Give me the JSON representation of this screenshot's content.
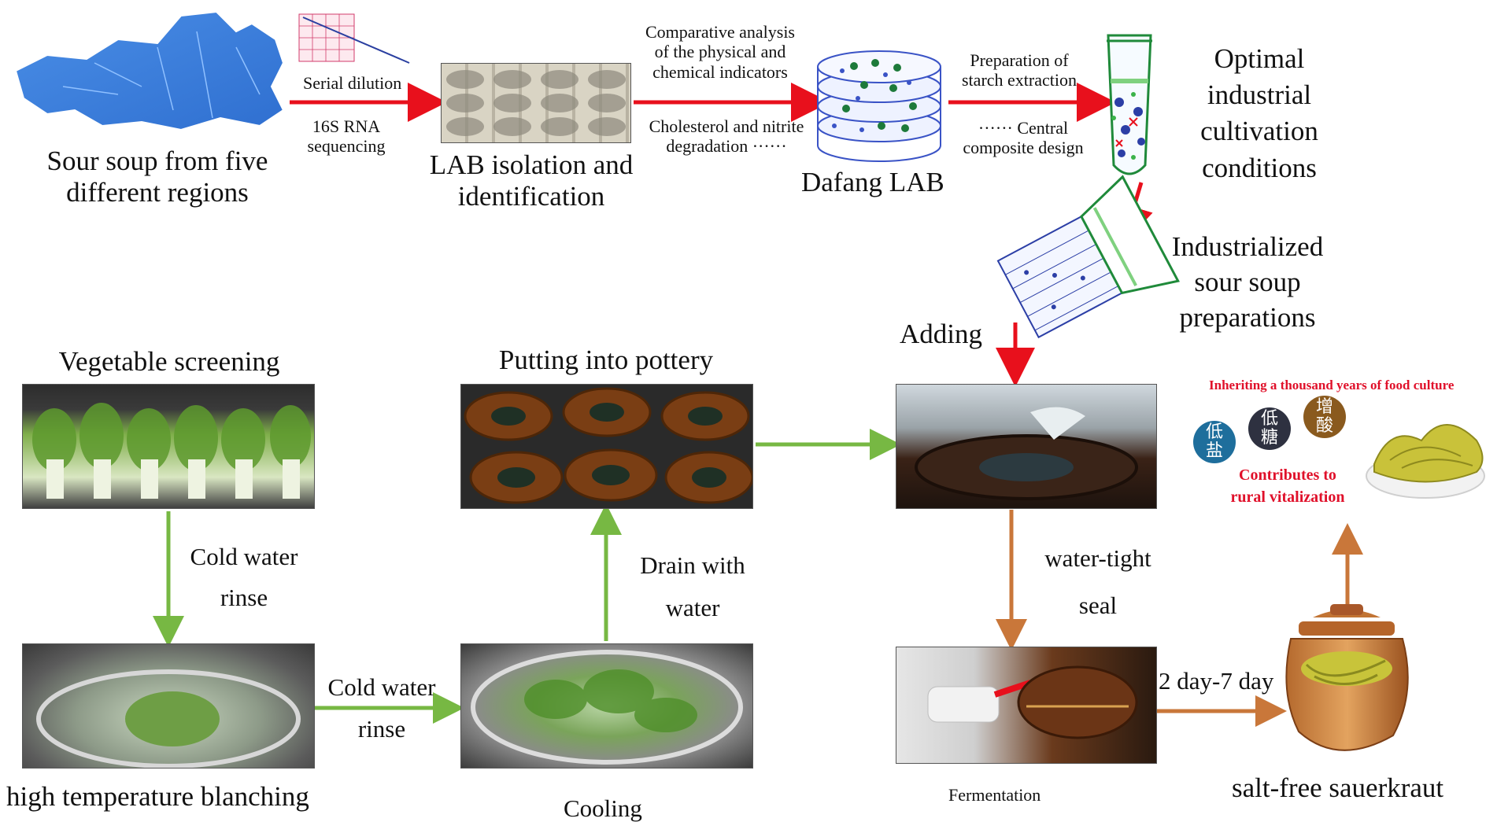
{
  "nodes": {
    "sour_soup": [
      "Sour soup from five",
      "different regions"
    ],
    "lab_isolation": [
      "LAB isolation and",
      "identification"
    ],
    "dafang_lab": "Dafang LAB",
    "optimal_conditions": [
      "Optimal",
      "industrial",
      "cultivation",
      "conditions"
    ],
    "industrialized": [
      "Industrialized",
      "sour soup",
      "preparations"
    ],
    "vegetable_screening": "Vegetable screening",
    "putting_into_pottery": "Putting into pottery",
    "high_temp_blanching": "high temperature blanching",
    "cooling": "Cooling",
    "fermentation": "Fermentation",
    "salt_free": "salt-free sauerkraut"
  },
  "edges": {
    "serial_dilution": "Serial dilution",
    "rna_seq": [
      "16S RNA",
      "sequencing"
    ],
    "comparative": [
      "Comparative analysis",
      "of the physical and",
      "chemical indicators"
    ],
    "cholesterol": [
      "Cholesterol and nitrite",
      "degradation ······"
    ],
    "starch": [
      "Preparation of",
      "starch extraction"
    ],
    "central": [
      "······ Central",
      "composite design"
    ],
    "adding": "Adding",
    "cold_rinse_1": [
      "Cold water",
      "rinse"
    ],
    "cold_rinse_2": [
      "Cold water",
      "rinse"
    ],
    "drain": [
      "Drain with",
      "water"
    ],
    "water_tight": [
      "water-tight",
      "seal"
    ],
    "days": "2 day-7 day"
  },
  "culture_panel": {
    "heading": "Inheriting a thousand years of food culture",
    "badges": [
      "低盐",
      "低糖",
      "增酸"
    ],
    "caption": [
      "Contributes to",
      "rural vitalization"
    ]
  },
  "colors": {
    "red_arrow": "#e8101c",
    "green_arrow": "#77b843",
    "orange_arrow": "#c9773a",
    "badge_blue": "#1e6e9c",
    "badge_dark": "#2e3140",
    "badge_brown": "#8a5a1e",
    "culture_red": "#e0102a"
  }
}
